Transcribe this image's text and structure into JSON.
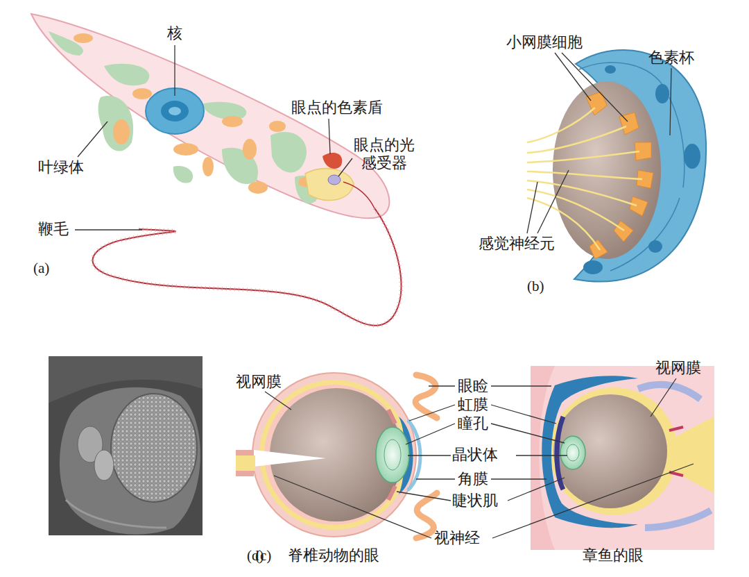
{
  "diagram": {
    "labels": [
      "核",
      "眼点的色素盾",
      "眼点的光 感受器",
      "叶绿体",
      "鞭毛",
      "(a)",
      "小网膜细胞",
      "色素杯",
      "感觉神经元",
      "(b)",
      "(c)",
      "视网膜",
      "眼睑",
      "虹膜",
      "瞳孔",
      "晶状体",
      "角膜",
      "睫状肌",
      "视网膜",
      "视神经",
      "(d)",
      "脊椎动物的眼",
      "章鱼的眼"
    ]
  }
}
